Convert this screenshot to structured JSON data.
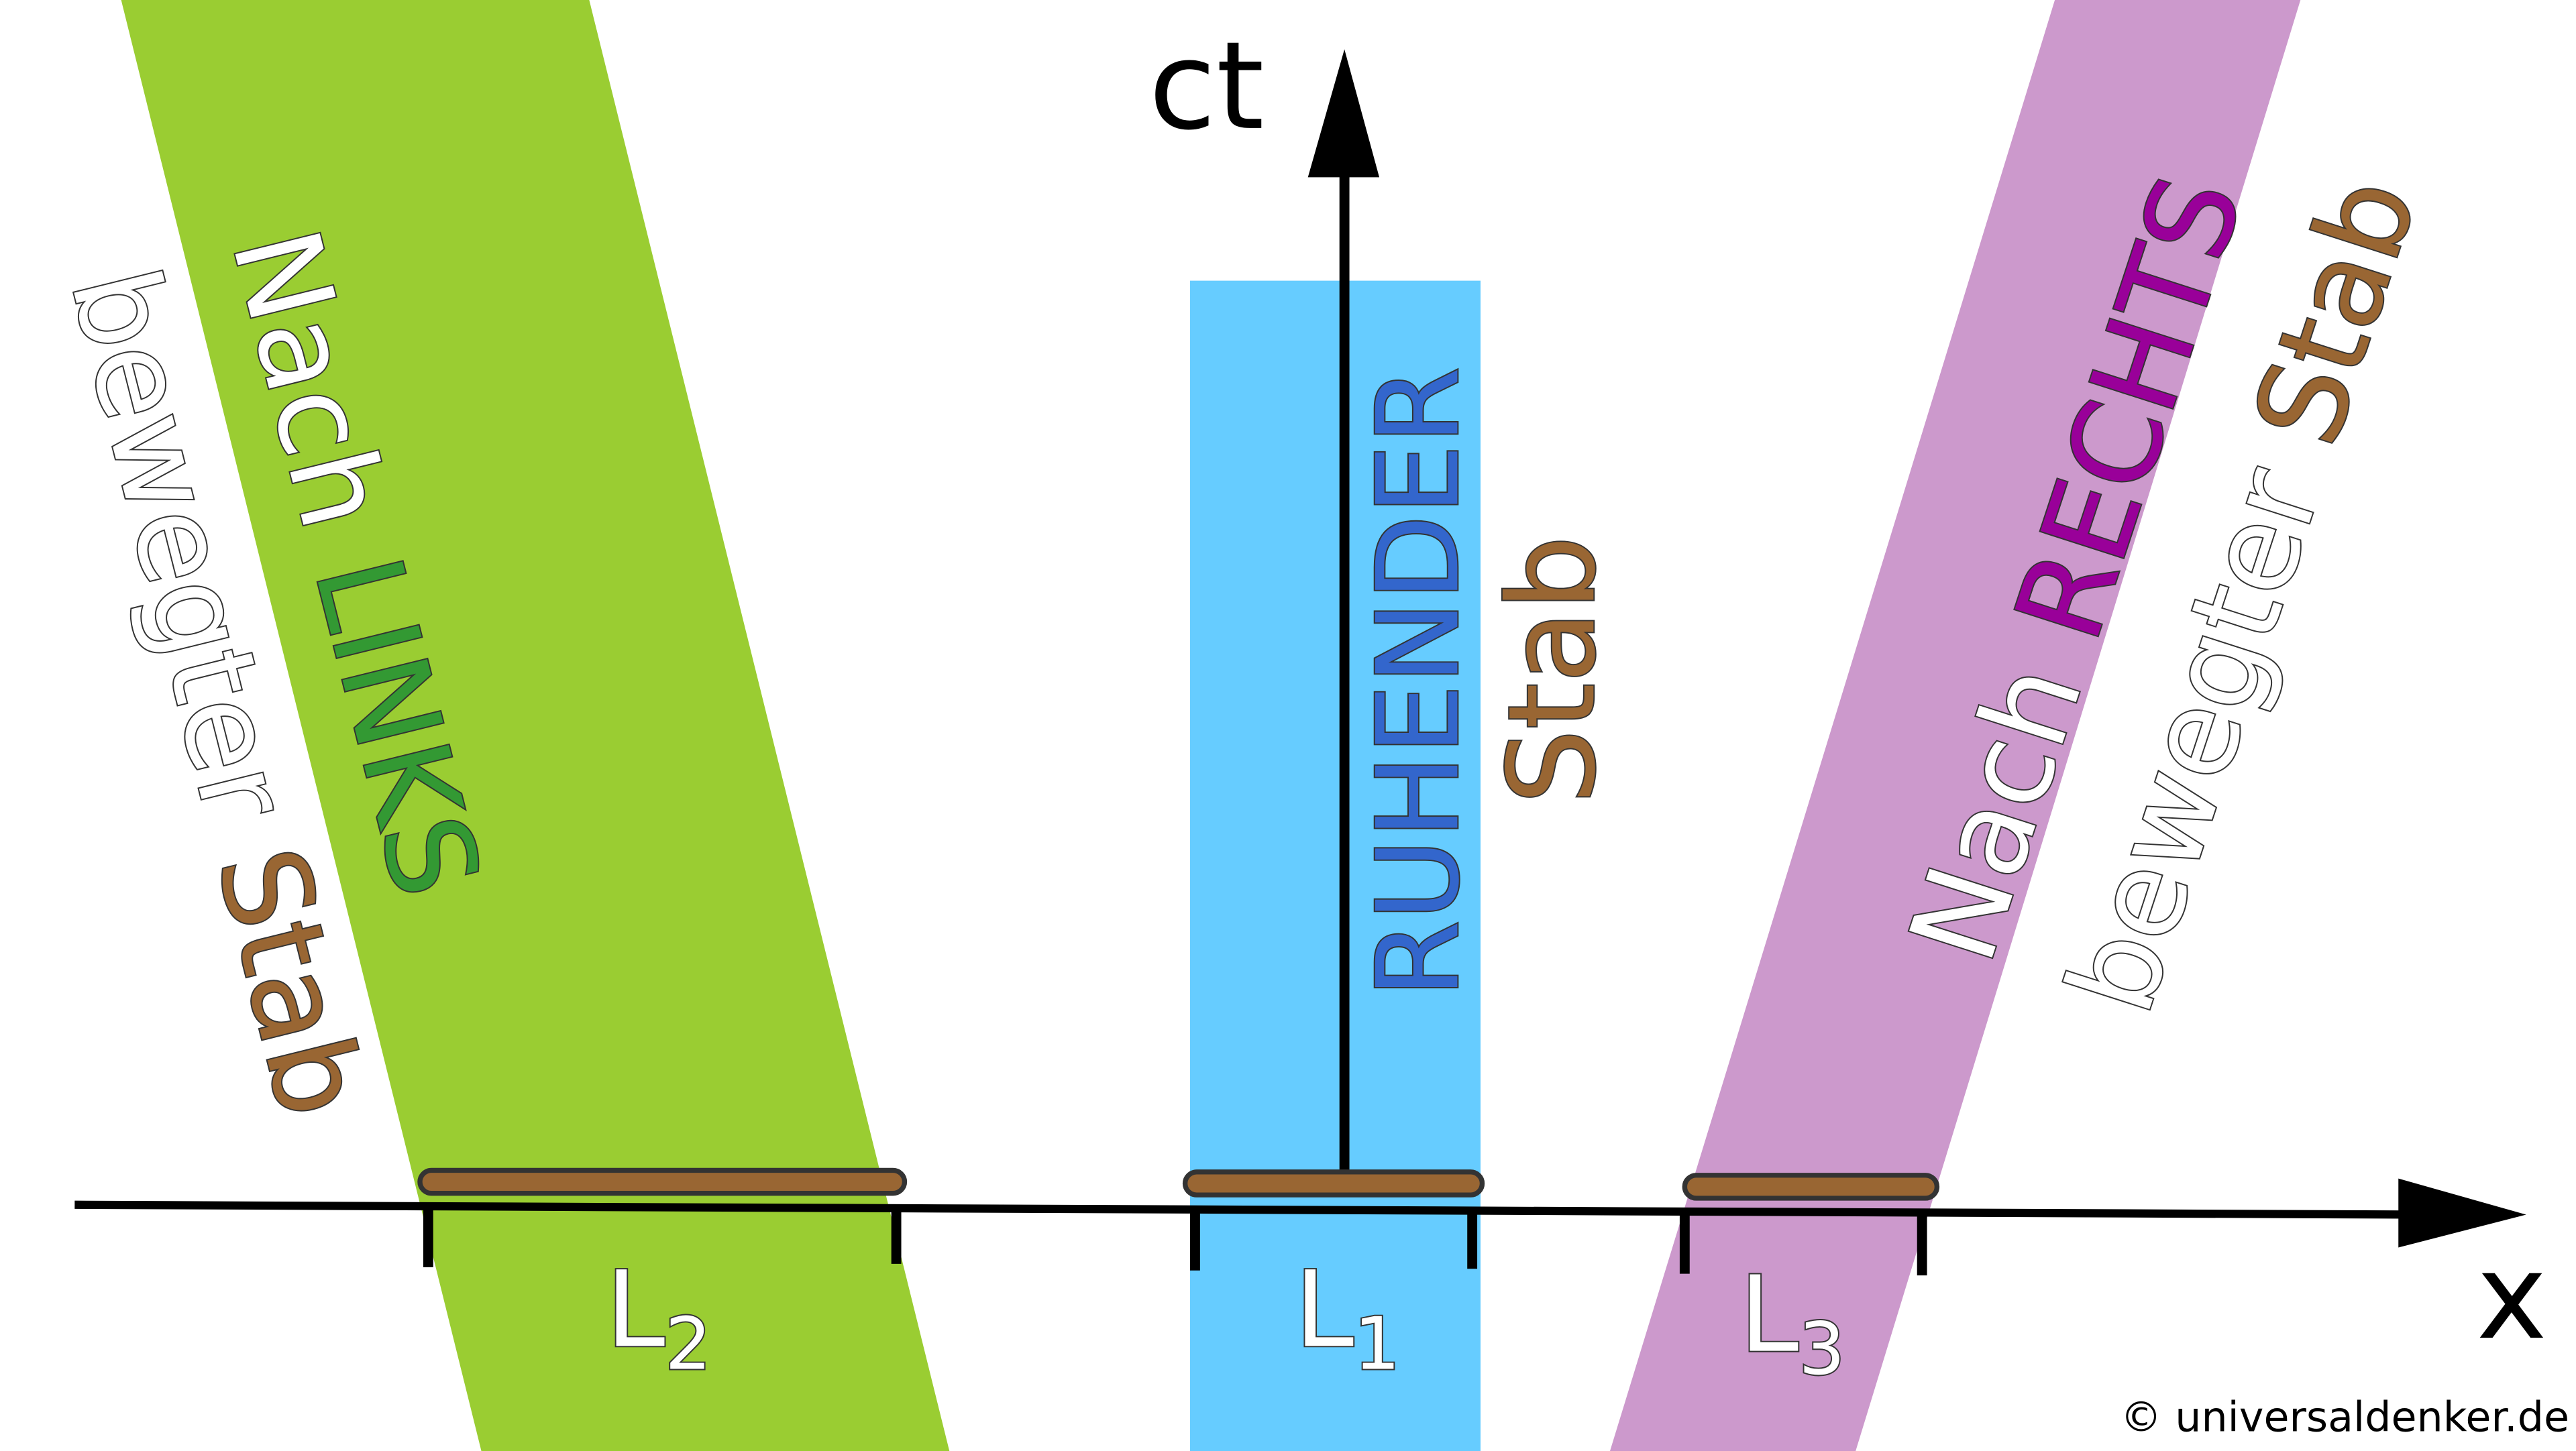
{
  "axes": {
    "time_label": "ct",
    "space_label": "x"
  },
  "colors": {
    "left_band": "#9acd32",
    "rest_band": "#66ccff",
    "right_band": "#cc99cc",
    "rod": "#996633",
    "links_text": "#339933",
    "ruhender_text": "#3366cc",
    "rechts_text": "#990099"
  },
  "left_rod": {
    "line1_prefix": "Nach ",
    "line1_highlight": "LINKS",
    "line2_prefix": "bewegter ",
    "line2_highlight": "Stab",
    "length_label": "L",
    "length_sub": "2"
  },
  "rest_rod": {
    "line1": "RUHENDER",
    "line2": "Stab",
    "length_label": "L",
    "length_sub": "1"
  },
  "right_rod": {
    "line1_prefix": "Nach ",
    "line1_highlight": "RECHTS",
    "line2_prefix": "bewegter ",
    "line2_highlight": "Stab",
    "length_label": "L",
    "length_sub": "3"
  },
  "copyright": "© universaldenker.de"
}
